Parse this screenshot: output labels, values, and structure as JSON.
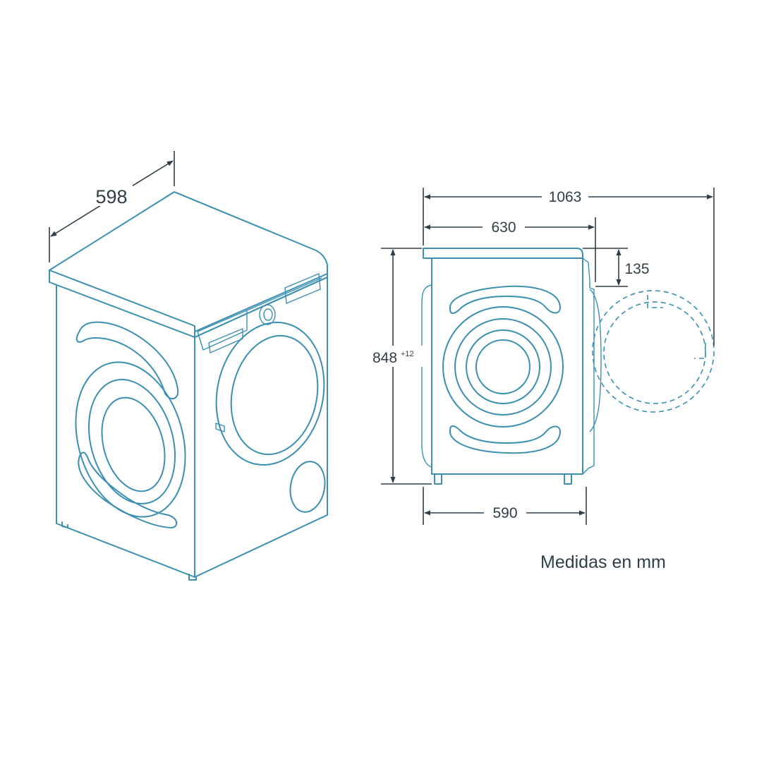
{
  "colors": {
    "line": "#3b8fb2",
    "dimension": "#2f3f47",
    "background": "#ffffff"
  },
  "dimensions": {
    "width": "598",
    "total_depth": "1063",
    "depth_top": "630",
    "door_projection": "135",
    "height": "848",
    "height_tolerance": "+12",
    "depth_base": "590"
  },
  "units_note": "Medidas en mm"
}
